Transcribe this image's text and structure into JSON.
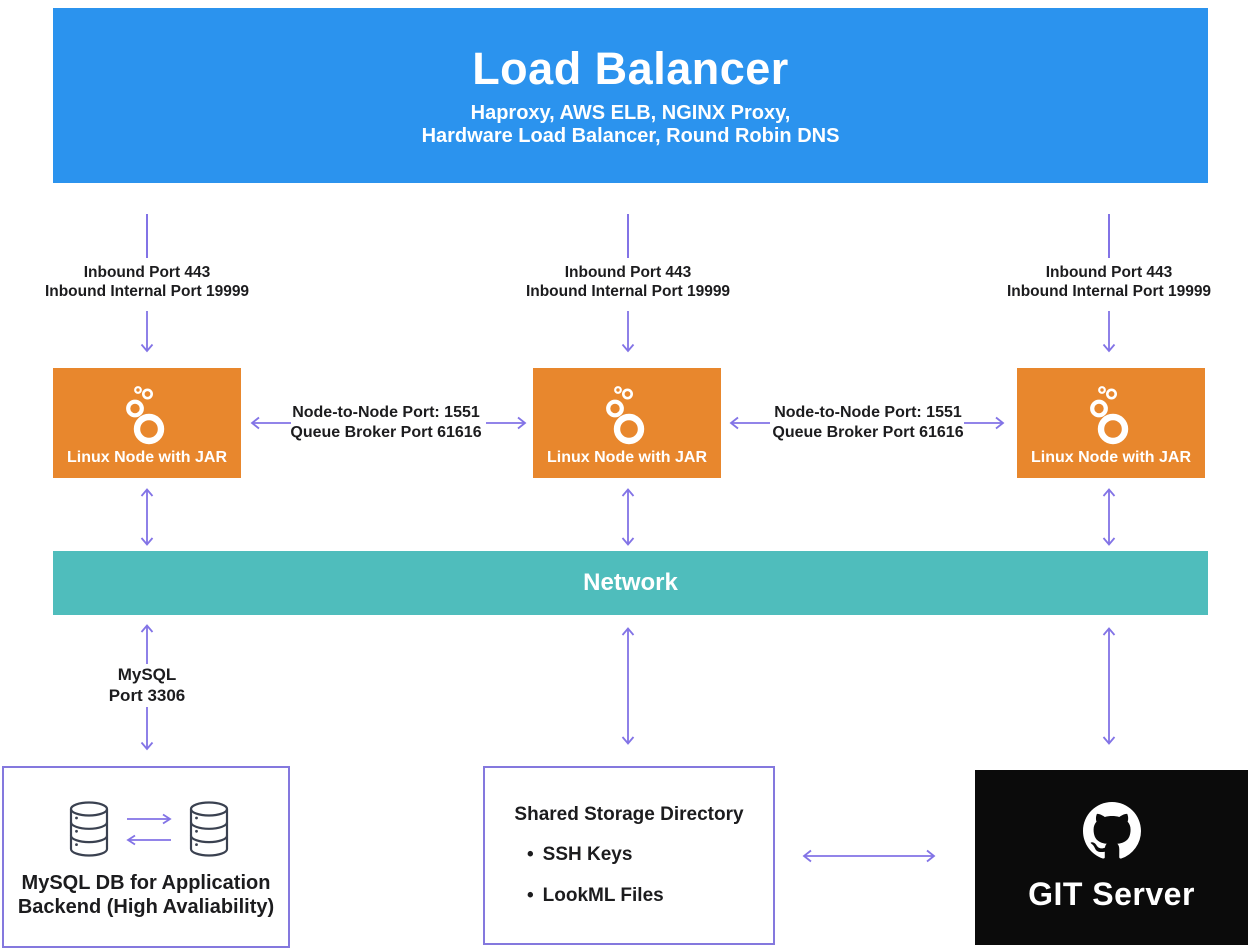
{
  "banner": {
    "title": "Load Balancer",
    "subtitle_line1": "Haproxy, AWS ELB, NGINX Proxy,",
    "subtitle_line2": "Hardware Load Balancer, Round Robin DNS",
    "color": "#2B93EE"
  },
  "inbound_labels": [
    {
      "line1": "Inbound Port 443",
      "line2": "Inbound Internal Port 19999"
    },
    {
      "line1": "Inbound Port 443",
      "line2": "Inbound Internal Port 19999"
    },
    {
      "line1": "Inbound Port 443",
      "line2": "Inbound Internal Port 19999"
    }
  ],
  "nodes": [
    {
      "label": "Linux Node with JAR",
      "icon": "looker-bubbles-icon",
      "color": "#E8872D"
    },
    {
      "label": "Linux Node with JAR",
      "icon": "looker-bubbles-icon",
      "color": "#E8872D"
    },
    {
      "label": "Linux Node with JAR",
      "icon": "looker-bubbles-icon",
      "color": "#E8872D"
    }
  ],
  "internode_labels": [
    {
      "line1": "Node-to-Node Port: 1551",
      "line2": "Queue Broker Port 61616"
    },
    {
      "line1": "Node-to-Node Port: 1551",
      "line2": "Queue Broker Port 61616"
    }
  ],
  "network": {
    "label": "Network",
    "color": "#4FBDBC"
  },
  "mysql_link": {
    "line1": "MySQL",
    "line2": "Port 3306"
  },
  "mysql_box": {
    "line1": "MySQL DB for Application",
    "line2": "Backend (High Avaliability)",
    "icon": "database-cylinder-icon"
  },
  "storage_box": {
    "title": "Shared Storage Directory",
    "items": [
      {
        "bullet": "•",
        "text": "SSH Keys"
      },
      {
        "bullet": "•",
        "text": "LookML Files"
      }
    ]
  },
  "git_box": {
    "label": "GIT Server",
    "icon": "github-octocat-icon",
    "color": "#0B0B0B"
  },
  "colors": {
    "arrow_purple": "#8273E6",
    "box_border_purple": "#8478DE",
    "text_dark": "#1C1C1E"
  }
}
